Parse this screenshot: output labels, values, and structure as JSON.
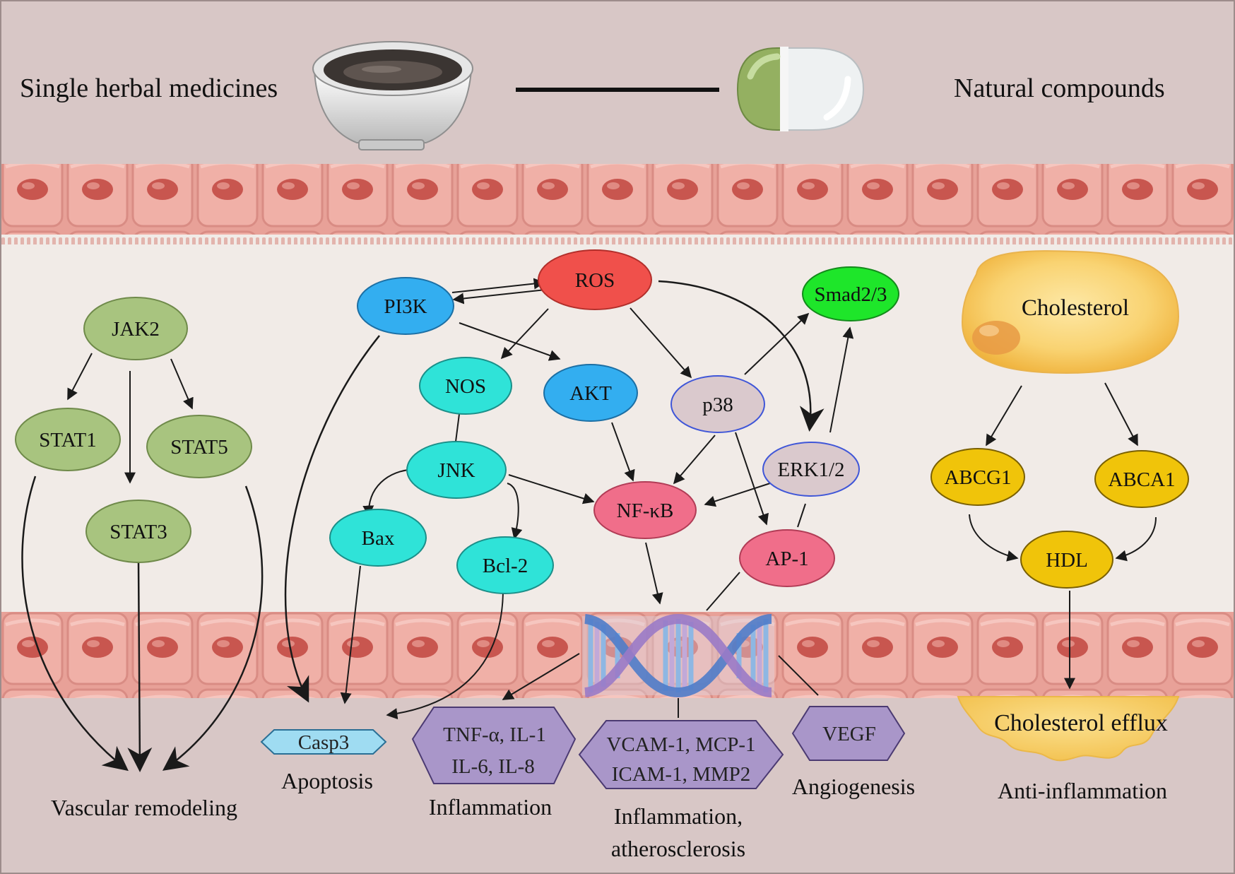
{
  "header": {
    "left_label": "Single herbal medicines",
    "right_label": "Natural compounds",
    "bowl_icon": "herbal-decoction-bowl",
    "capsule_icon": "capsule"
  },
  "colors": {
    "background": "#d8c7c6",
    "lumen": "#f1ebe7",
    "endothelium": "#e9a49a",
    "cell_nucleus": "#c85f55",
    "jak_stat": "#a8c47f",
    "ros": "#f0504b",
    "pi3k_akt": "#33aef0",
    "cyan_nodes": "#2fe3d8",
    "smad": "#1ee62a",
    "p38_erk": "#dac9cd",
    "nfkb_ap1": "#f06e8a",
    "cholesterol_transport": "#f0c40a",
    "outcome_hexagon": "#a996c9",
    "casp3": "#9fdcf2"
  },
  "nodes": {
    "jak2": "JAK2",
    "stat1": "STAT1",
    "stat5": "STAT5",
    "stat3": "STAT3",
    "ros": "ROS",
    "pi3k": "PI3K",
    "nos": "NOS",
    "akt": "AKT",
    "p38": "p38",
    "smad23": "Smad2/3",
    "jnk": "JNK",
    "erk12": "ERK1/2",
    "bax": "Bax",
    "bcl2": "Bcl-2",
    "nfkb": "NF-κB",
    "ap1": "AP-1",
    "cholesterol": "Cholesterol",
    "abcg1": "ABCG1",
    "abca1": "ABCA1",
    "hdl": "HDL"
  },
  "outputs": {
    "casp3": "Casp3",
    "cytokines_line1": "TNF-α,  IL-1",
    "cytokines_line2": "IL-6,  IL-8",
    "adhesion_line1": "VCAM-1, MCP-1",
    "adhesion_line2": "ICAM-1, MMP2",
    "vegf": "VEGF",
    "cholesterol_efflux": "Cholesterol efflux"
  },
  "outcomes": {
    "vascular_remodeling": "Vascular remodeling",
    "apoptosis": "Apoptosis",
    "inflammation": "Inflammation",
    "inflammation_athero_line1": "Inflammation,",
    "inflammation_athero_line2": "atherosclerosis",
    "angiogenesis": "Angiogenesis",
    "anti_inflammation": "Anti-inflammation"
  }
}
